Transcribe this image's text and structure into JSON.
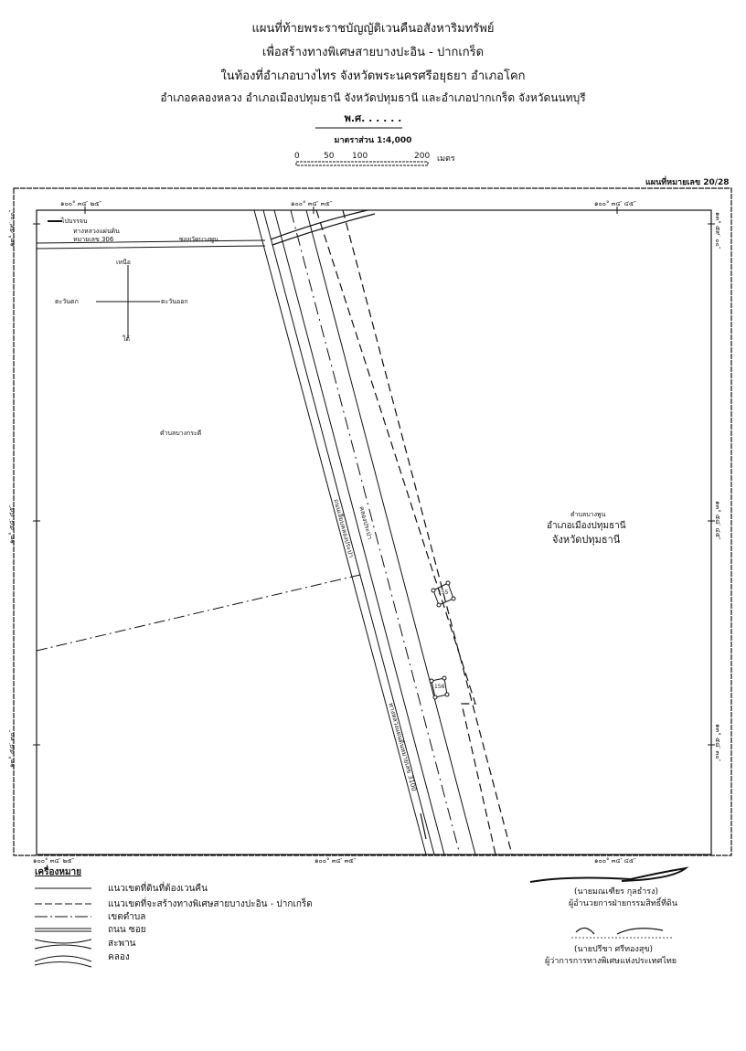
{
  "header": {
    "title_lines": [
      "แผนที่ท้ายพระราชบัญญัติเวนคืนอสังหาริมทรัพย์",
      "เพื่อสร้างทางพิเศษสายบางปะอิน - ปากเกร็ด",
      "ในท้องที่อำเภอบางไทร จังหวัดพระนครศรีอยุธยา อำเภอโคก",
      "อำเภอคลองหลวง อำเภอเมืองปทุมธานี จังหวัดปทุมธานี และอำเภอปากเกร็ด จังหวัดนนทบุรี"
    ],
    "year": "พ.ศ. . . . . .",
    "scale": "มาตราส่วน 1:4,000",
    "scale_bar": {
      "ticks": [
        "0",
        "50",
        "100",
        "200"
      ],
      "unit": "เมตร"
    },
    "sheet_number": "แผนที่หมายเลข 20/28"
  },
  "map": {
    "lon_labels": [
      "๑๐๐° ๓๔′ ๒๕″",
      "๑๐๐° ๓๔′ ๓๕″",
      "๑๐๐° ๓๔′ ๔๕″"
    ],
    "lat_labels": [
      "๑๓° ๕๙′ ๐๐″",
      "๑๓° ๕๘′ ๔๕″",
      "๑๓° ๕๘′ ๓๐″"
    ],
    "direction_note": [
      "ไปบรรจบ",
      "ทางหลวงแผ่นดิน",
      "หมายเลข 306"
    ],
    "soi_label": "ซอยวัดบางพูน",
    "compass": {
      "north": "เหนือ",
      "south": "ใต้",
      "east": "ตะวันออก",
      "west": "ตะวันตก"
    },
    "tambon_west": "ตำบลบางกระดี",
    "tambon_east": [
      "ตำบลบางพูน",
      "อำเภอเมืองปทุมธานี",
      "จังหวัดปทุมธานี"
    ],
    "road_label": "ถนนเลียบคลองประปา",
    "canal_label": "คลองประปา",
    "highway_label": "ทางหลวงแผ่นดินหมายเลข 3100",
    "parcels": [
      "155",
      "156"
    ]
  },
  "legend": {
    "title": "เครื่องหมาย",
    "items": [
      "แนวเขตที่ดินที่ต้องเวนคืน",
      "แนวเขตที่จะสร้างทางพิเศษสายบางปะอิน - ปากเกร็ด",
      "เขตตำบล",
      "ถนน ซอย",
      "สะพาน",
      "คลอง"
    ]
  },
  "signatures": [
    {
      "name": "(นายมณเฑียร กุลธำรง)",
      "position": "ผู้อำนวยการฝ่ายกรรมสิทธิ์ที่ดิน"
    },
    {
      "name": "(นายปรีชา ศรีทองสุข)",
      "position": "ผู้ว่าการการทางพิเศษแห่งประเทศไทย"
    }
  ]
}
